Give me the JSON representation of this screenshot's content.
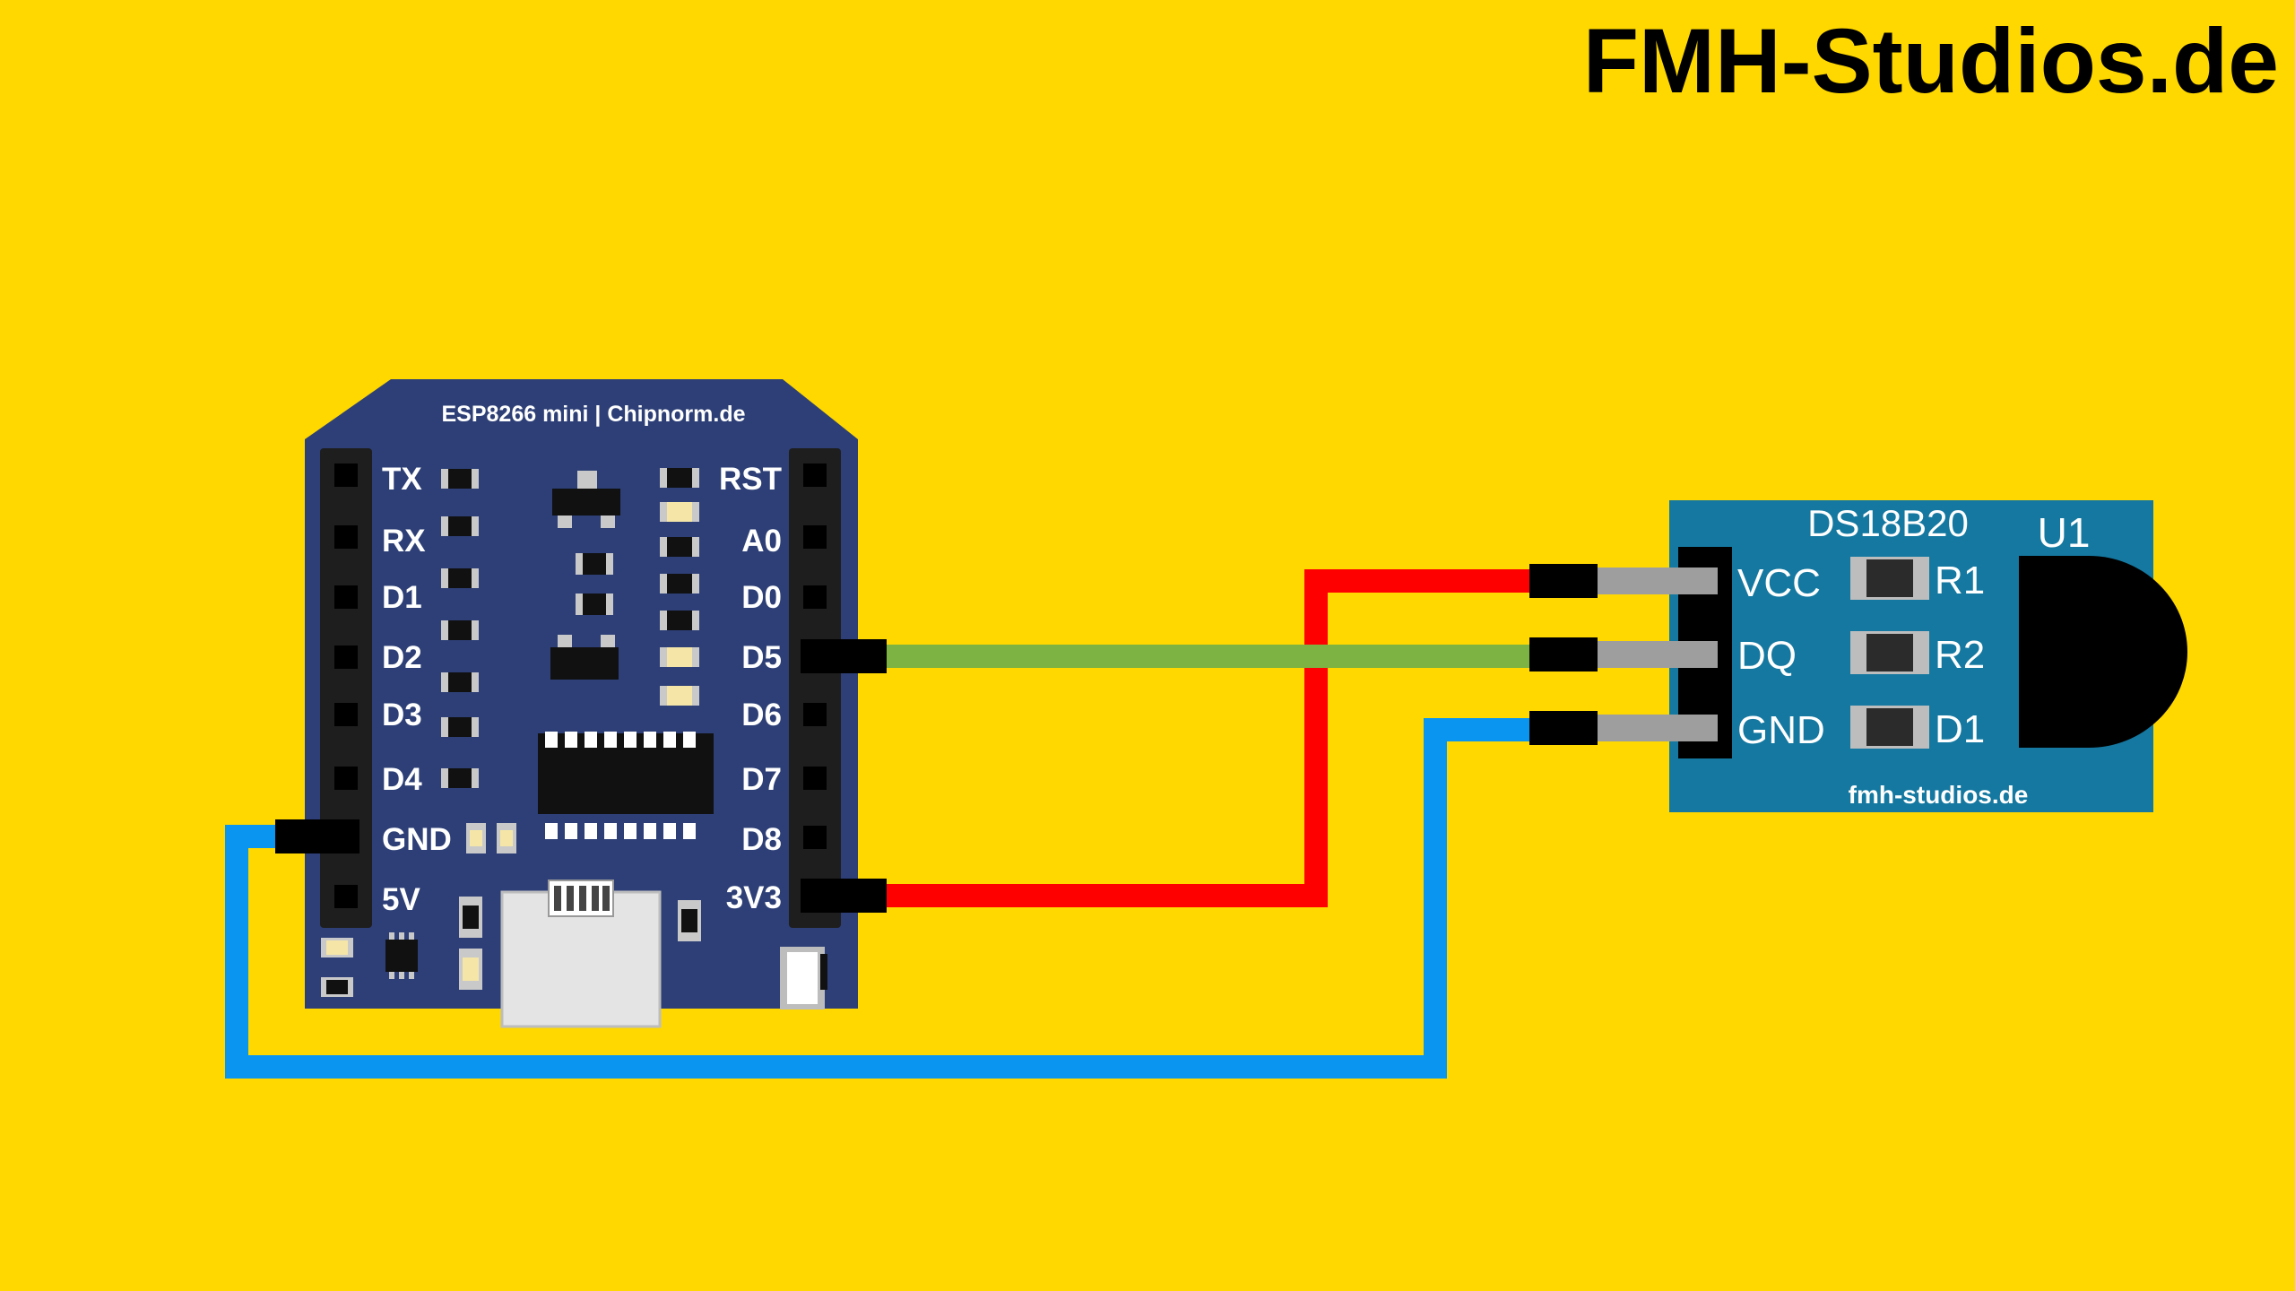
{
  "branding": {
    "watermark": "FMH-Studios.de"
  },
  "board": {
    "title": "ESP8266 mini | Chipnorm.de",
    "left_pins": [
      "TX",
      "RX",
      "D1",
      "D2",
      "D3",
      "D4",
      "GND",
      "5V"
    ],
    "right_pins": [
      "RST",
      "A0",
      "D0",
      "D5",
      "D6",
      "D7",
      "D8",
      "3V3"
    ]
  },
  "module": {
    "title": "DS18B20",
    "ref": "U1",
    "pins": [
      "VCC",
      "DQ",
      "GND"
    ],
    "parts": [
      "R1",
      "R2",
      "D1"
    ],
    "footer": "fmh-studios.de"
  },
  "wires": [
    {
      "from": "D5",
      "to": "DQ",
      "color": "#7CB342"
    },
    {
      "from": "3V3",
      "to": "VCC",
      "color": "#FF0000"
    },
    {
      "from": "GND",
      "to": "GND",
      "color": "#0A96F0"
    }
  ]
}
